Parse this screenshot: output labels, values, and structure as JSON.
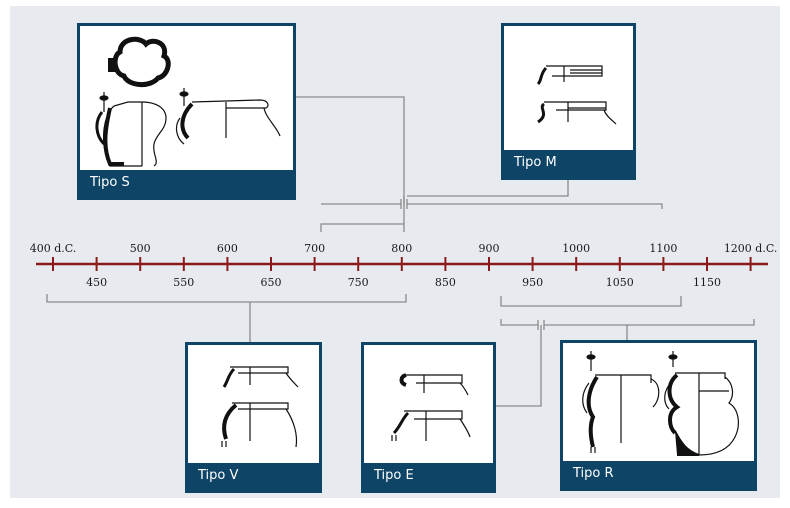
{
  "colors": {
    "background": "#e7eaee",
    "box_border": "#0e4466",
    "label_bar": "#0e4466",
    "timeline": "#8b1a1a",
    "connector": "#8a8a8a",
    "drawing": "#111111"
  },
  "timeline": {
    "major_labels": [
      "400 d.C.",
      "500",
      "600",
      "700",
      "800",
      "900",
      "1000",
      "1100",
      "1200 d.C."
    ],
    "minor_labels": [
      "450",
      "550",
      "650",
      "750",
      "850",
      "950",
      "1050",
      "1150"
    ]
  },
  "types": [
    {
      "id": "S",
      "label": "Tipo S",
      "icon": "pottery-jug-profile"
    },
    {
      "id": "M",
      "label": "Tipo M",
      "icon": "pottery-rim-profile"
    },
    {
      "id": "V",
      "label": "Tipo V",
      "icon": "pottery-pot-profile"
    },
    {
      "id": "E",
      "label": "Tipo E",
      "icon": "pottery-rim-profile"
    },
    {
      "id": "R",
      "label": "Tipo R",
      "icon": "pottery-jug-profile"
    }
  ]
}
